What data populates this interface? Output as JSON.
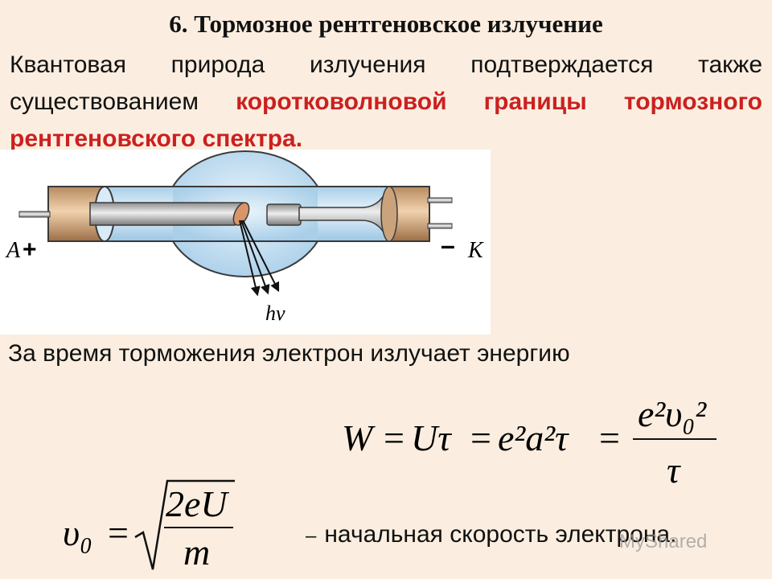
{
  "title": "6. Тормозное рентгеновское излучение",
  "paragraph": {
    "text_plain": "Квантовая природа излучения подтверждается также существованием ",
    "text_highlight": "коротковолновой границы тормозного рентгеновского спектра."
  },
  "diagram": {
    "anode_label": "A",
    "anode_sign": "+",
    "cathode_label": "K",
    "cathode_sign": "–",
    "photon_label": "hν"
  },
  "sentence": "За время торможения электрон излучает энергию",
  "formula_energy": {
    "W": "W",
    "eq1": "=",
    "Utau": "Uτ",
    "eq2": "=",
    "e2a2tau": "e²a²τ",
    "eq3": "=",
    "numerator": "e²υ₀²",
    "denominator": "τ"
  },
  "formula_speed": {
    "lhs": "υ₀",
    "eq": "=",
    "numerator": "2eU",
    "denominator": "m"
  },
  "speed_description": {
    "dash": "–",
    "text": "начальная скорость электрона."
  },
  "watermark": "MyShared",
  "colors": {
    "background": "#fbeee0",
    "highlight": "#cc2020",
    "glass": "#bcd9ef"
  }
}
